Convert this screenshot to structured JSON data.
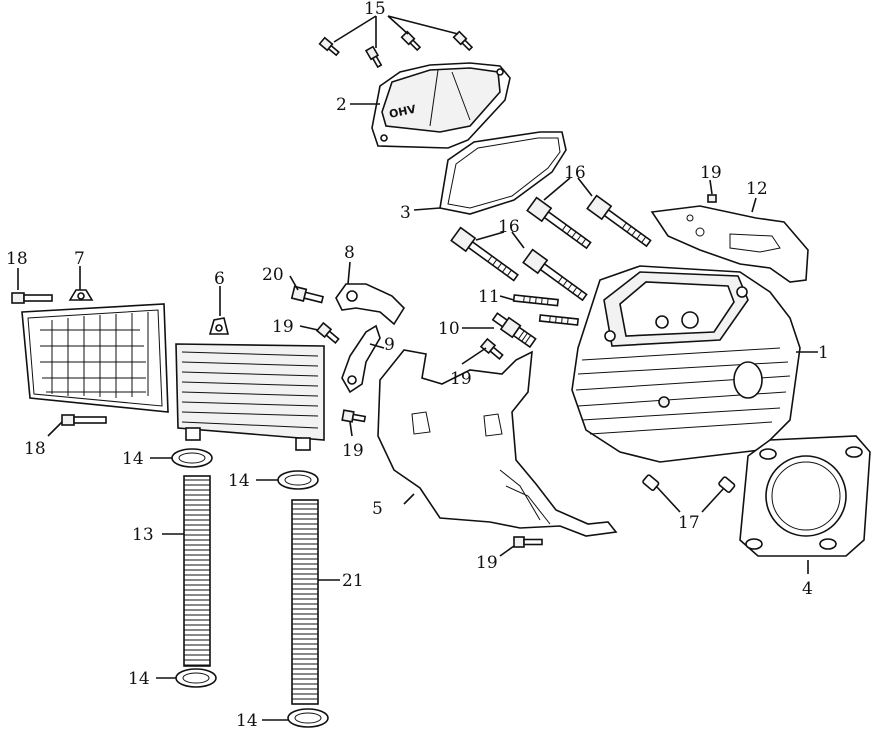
{
  "callouts": {
    "c1": "1",
    "c2": "2",
    "c3": "3",
    "c4": "4",
    "c5": "5",
    "c6": "6",
    "c7": "7",
    "c8": "8",
    "c9": "9",
    "c10": "10",
    "c11": "11",
    "c12": "12",
    "c13": "13",
    "c14a": "14",
    "c14b": "14",
    "c14c": "14",
    "c14d": "14",
    "c15": "15",
    "c16a": "16",
    "c16b": "16",
    "c17": "17",
    "c18a": "18",
    "c18b": "18",
    "c19a": "19",
    "c19b": "19",
    "c19c": "19",
    "c19d": "19",
    "c19e": "19",
    "c20": "20",
    "c21": "21"
  },
  "cover_emblem": "OHV"
}
